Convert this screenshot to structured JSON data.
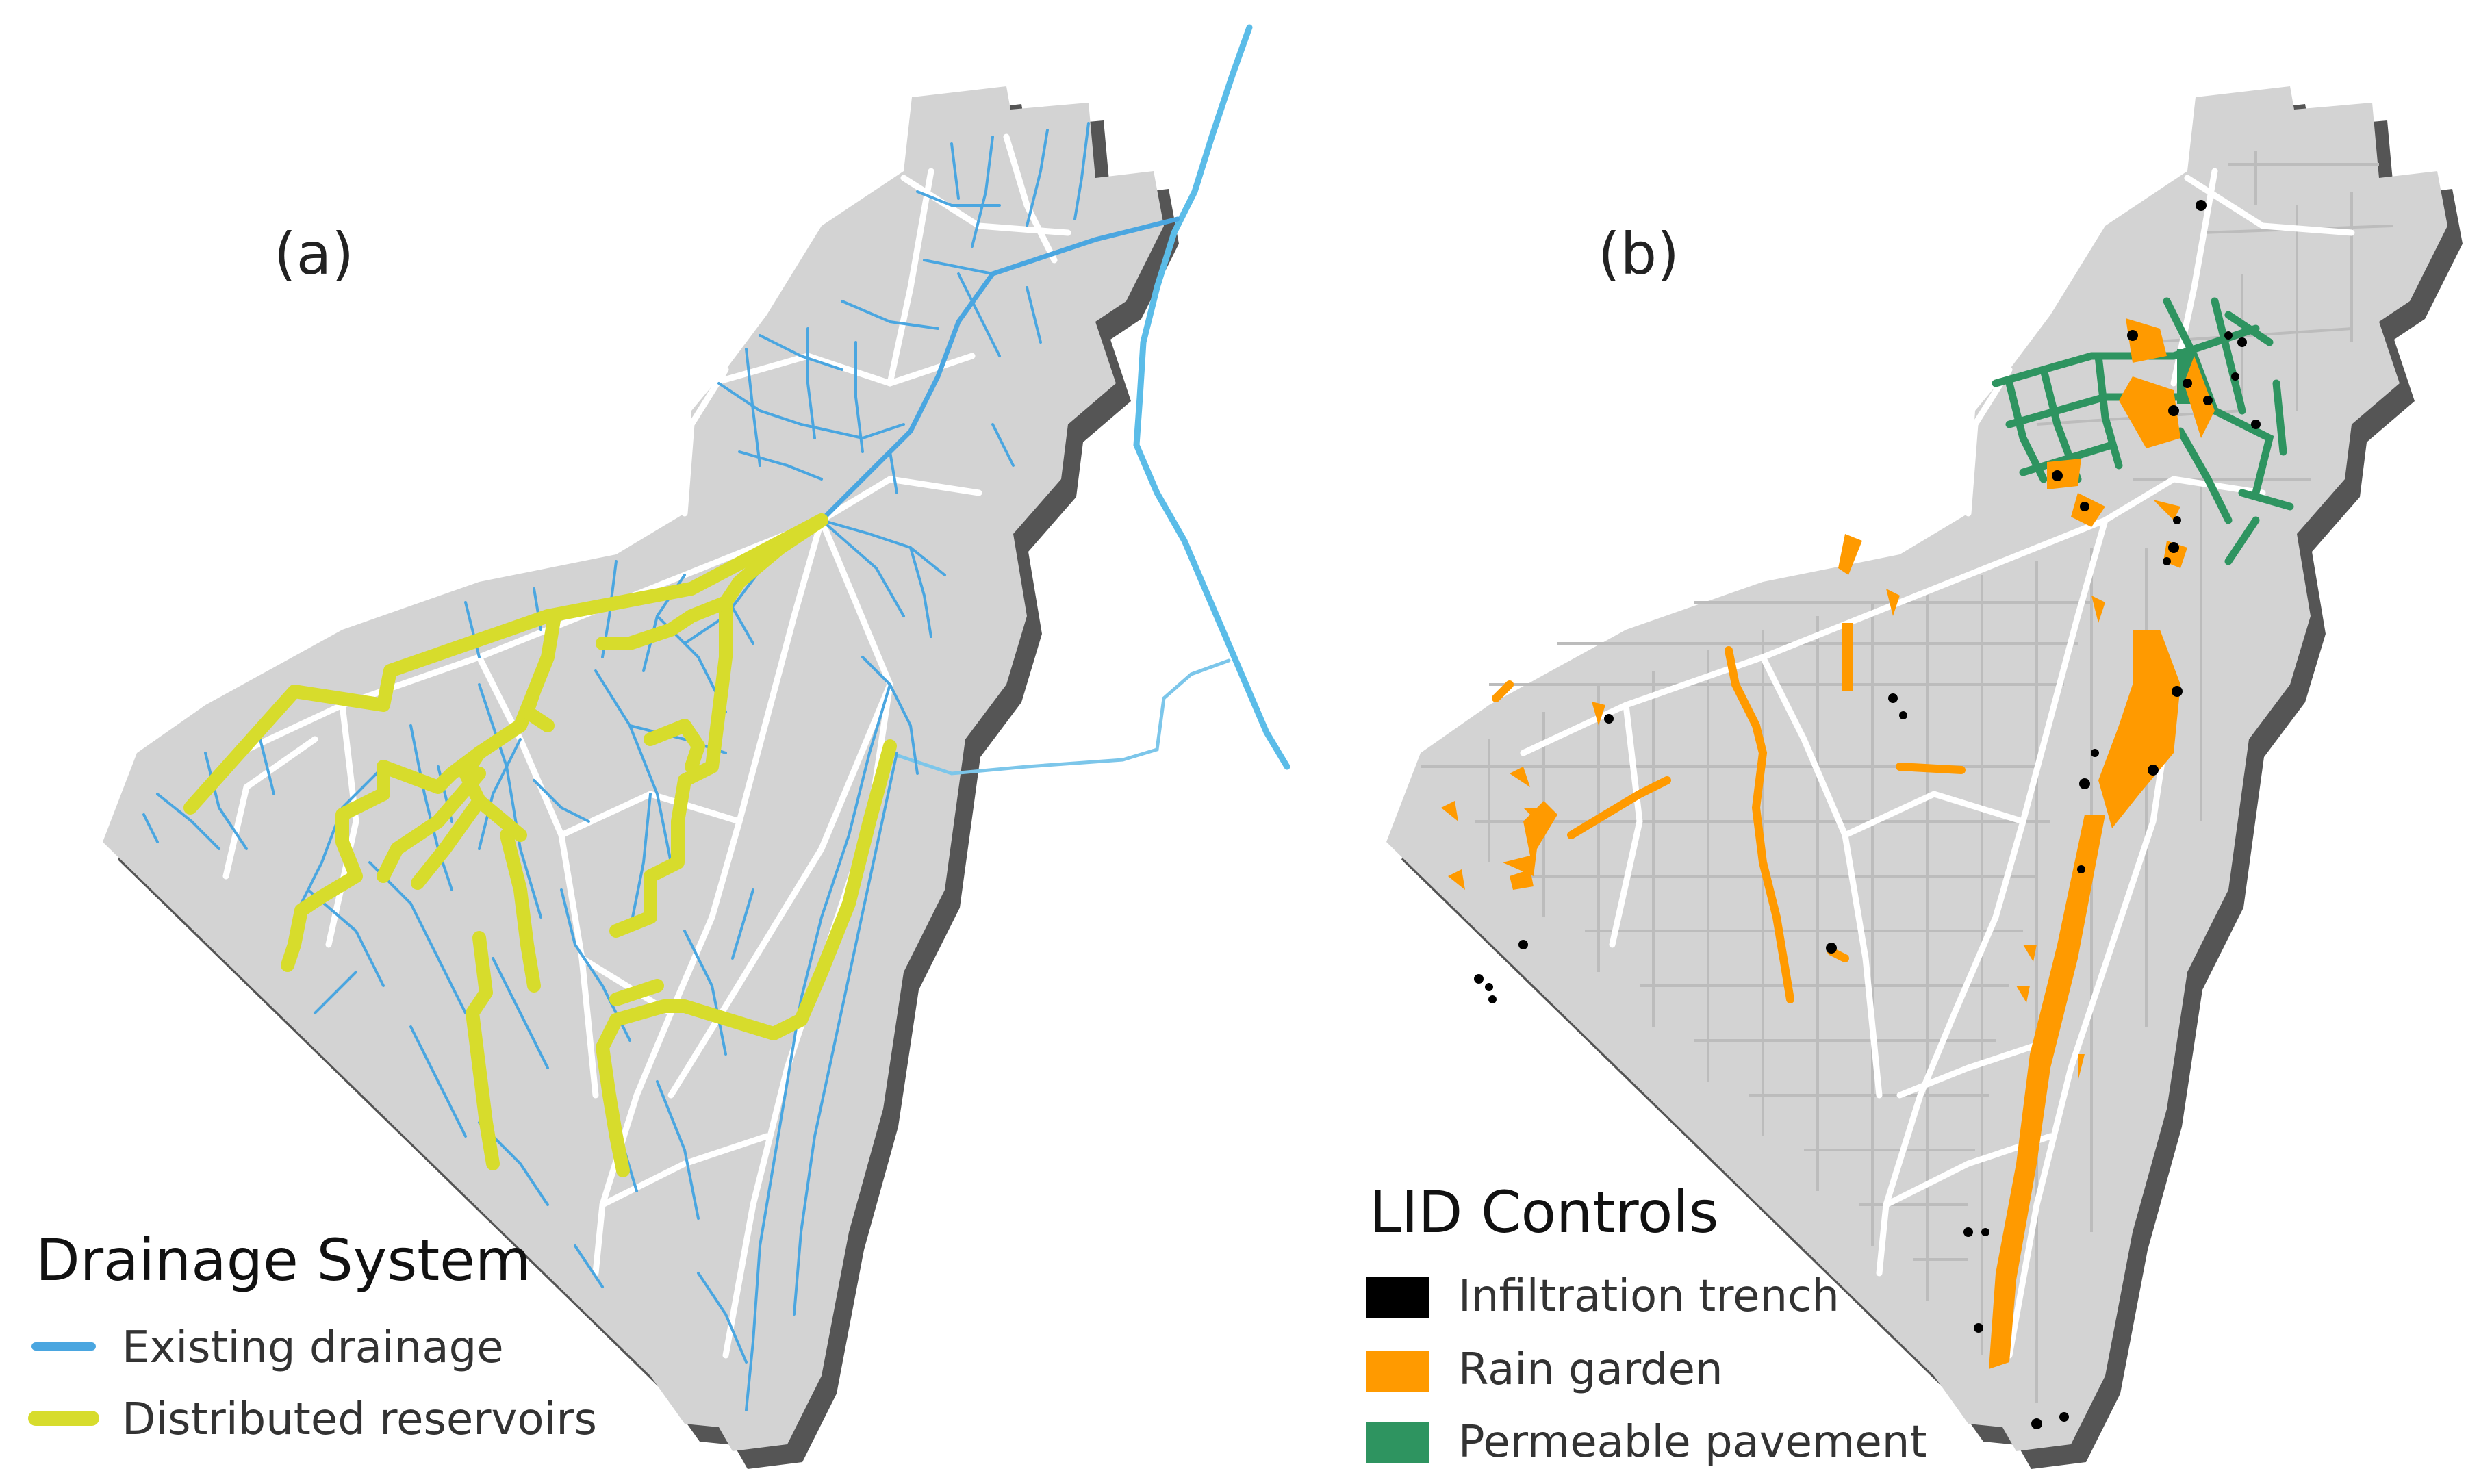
{
  "panel_a": {
    "label": "(a)",
    "legend": {
      "title": "Drainage System",
      "items": [
        {
          "label": "Existing drainage",
          "color": "#4aa6e0"
        },
        {
          "label": "Distributed reservoirs",
          "color": "#d7dc2c"
        }
      ]
    }
  },
  "panel_b": {
    "label": "(b)",
    "legend": {
      "title": "LID Controls",
      "items": [
        {
          "label": "Infiltration trench",
          "color": "#000000"
        },
        {
          "label": "Rain garden",
          "color": "#ff9a00"
        },
        {
          "label": "Permeable pavement",
          "color": "#2e9460"
        }
      ]
    }
  },
  "colors": {
    "land": "#d3d3d3",
    "shadow": "#555555",
    "roads": "#ffffff",
    "river": "#5bbce8"
  }
}
